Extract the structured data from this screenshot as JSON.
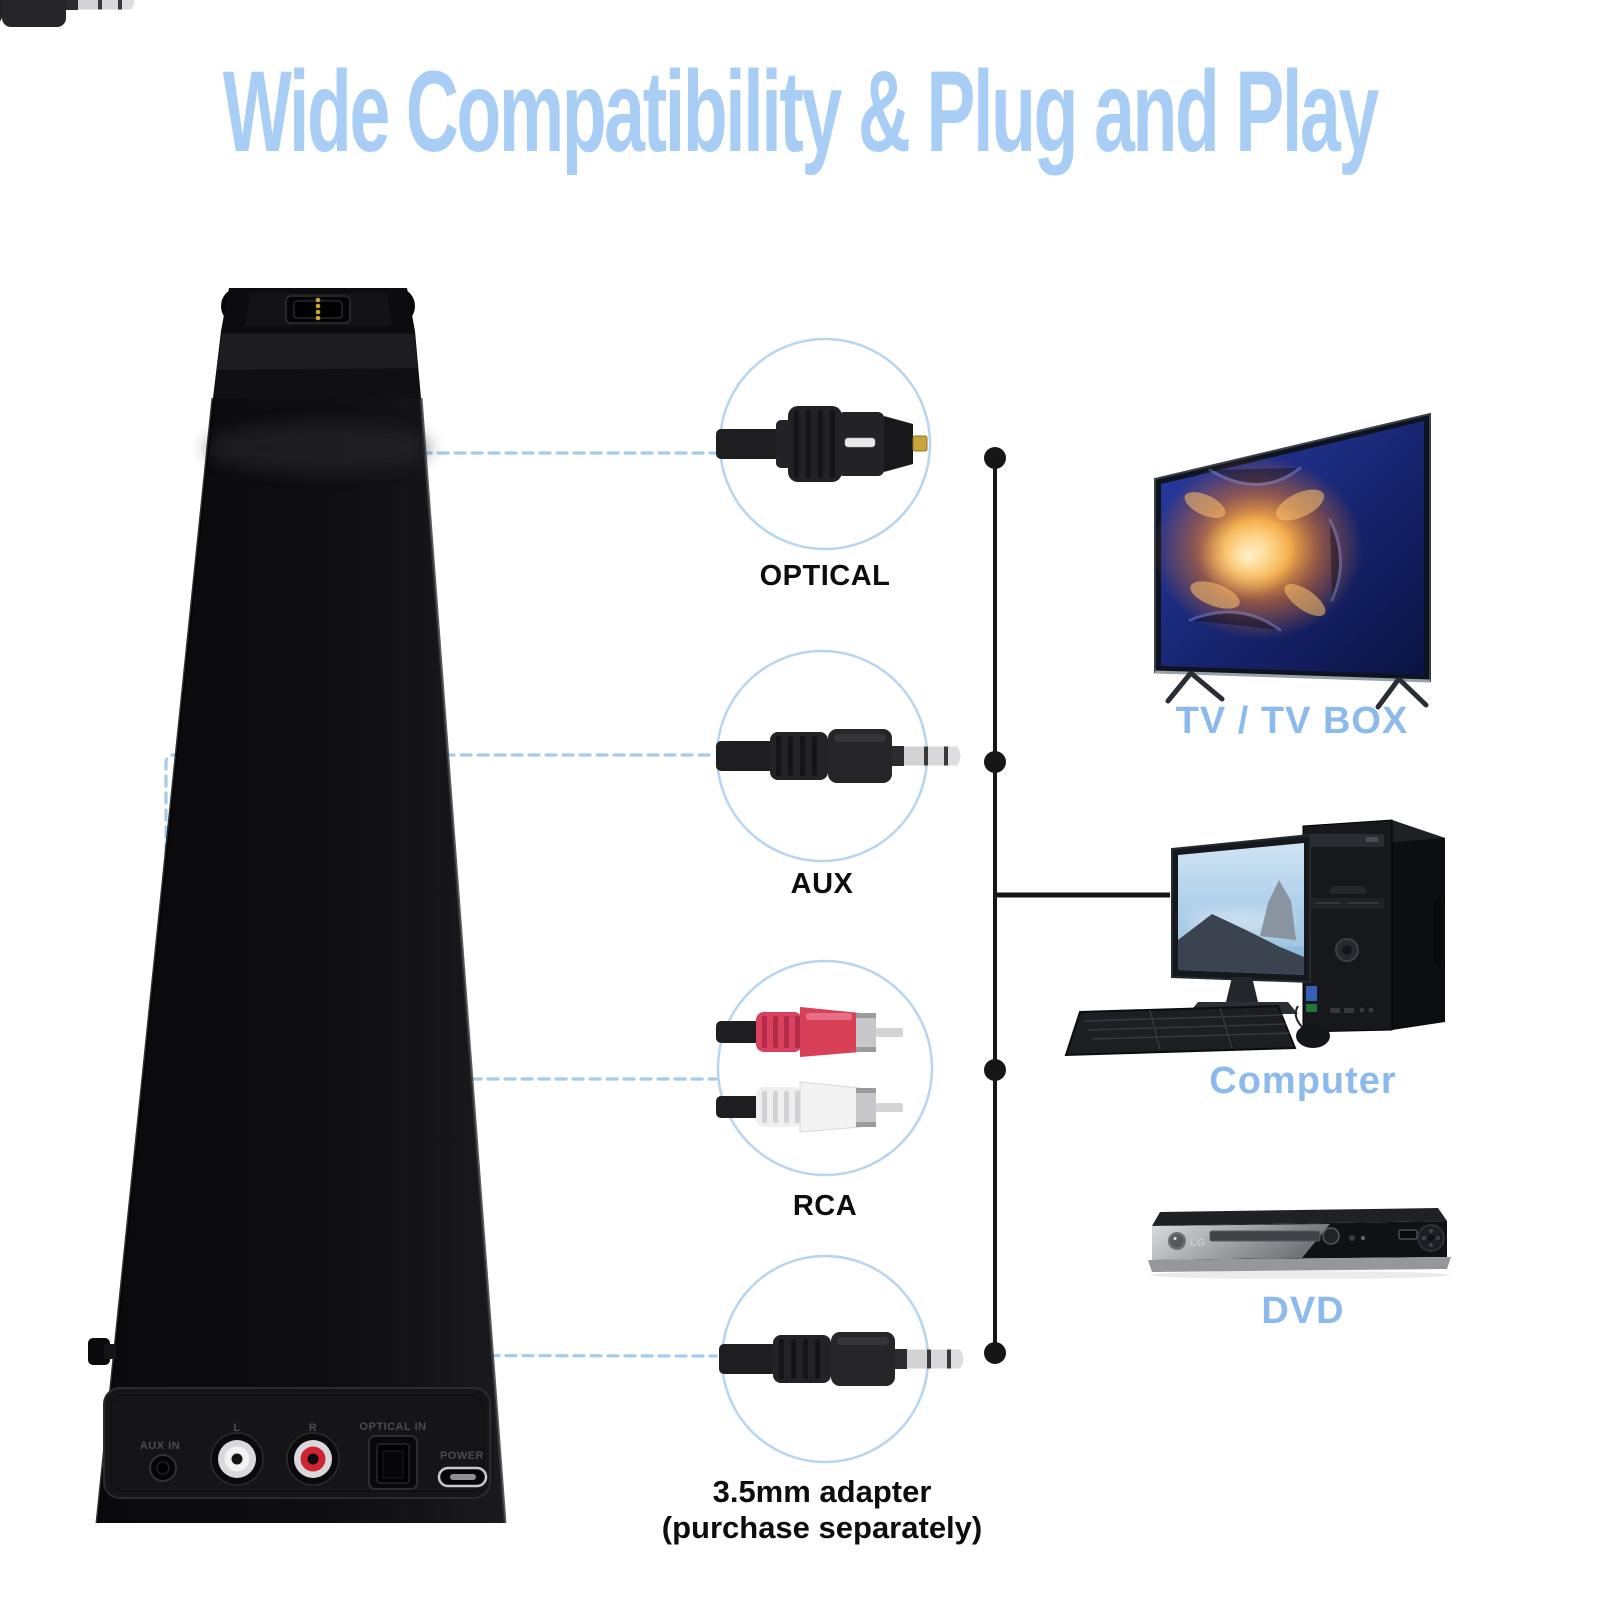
{
  "title": {
    "text": "Wide Compatibility & Plug and Play",
    "color": "#a9cef5"
  },
  "callouts": [
    {
      "id": "optical",
      "label": "OPTICAL",
      "connector": "toslink-optical-cable"
    },
    {
      "id": "aux",
      "label": "AUX",
      "connector": "3.5mm-jack-cable"
    },
    {
      "id": "rca",
      "label": "RCA",
      "connector": "rca-red-white-pair-cable"
    },
    {
      "id": "adapter",
      "label": "3.5mm adapter",
      "sublabel": "(purchase separately)",
      "connector": "3.5mm-jack-cable"
    }
  ],
  "devices": [
    {
      "id": "tv",
      "label": "TV / TV BOX"
    },
    {
      "id": "computer",
      "label": "Computer"
    },
    {
      "id": "dvd",
      "label": "DVD",
      "brand": "LG"
    }
  ],
  "speaker": {
    "ports": [
      {
        "id": "aux-in",
        "label": "AUX IN"
      },
      {
        "id": "rca-l",
        "label": "L"
      },
      {
        "id": "rca-r",
        "label": "R"
      },
      {
        "id": "optical-in",
        "label": "OPTICAL IN"
      },
      {
        "id": "power",
        "label": "POWER"
      }
    ]
  },
  "colors": {
    "title_blue": "#a9cef5",
    "label_blue": "#8cbaec",
    "dashed_line_blue": "#a8cbe9",
    "circle_stroke_blue": "#b7d4f0",
    "port_dot_blue": "#94c3ee",
    "connector_line_black": "#161616",
    "rca_red": "#cf2433",
    "optical_gold": "#c9a43c"
  }
}
